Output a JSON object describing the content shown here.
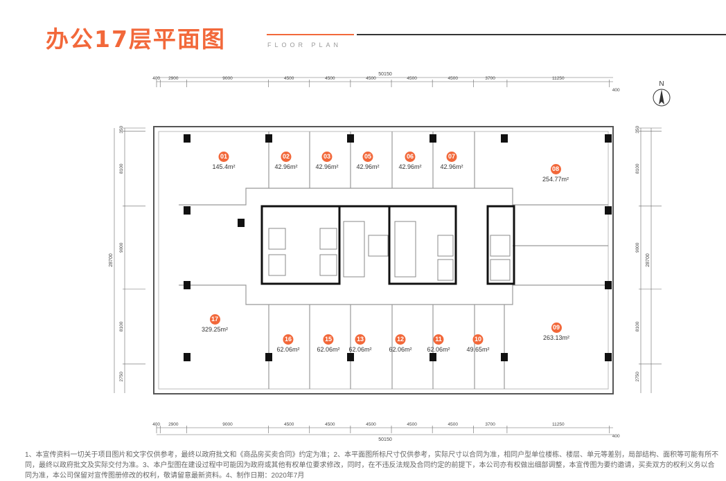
{
  "header": {
    "title": "办公17层平面图",
    "subtitle": "FLOOR PLAN"
  },
  "north": {
    "label": "N"
  },
  "dimensions": {
    "total_width": "50150",
    "columns": [
      400,
      2900,
      9000,
      4500,
      4500,
      4500,
      4500,
      4500,
      3700,
      11250
    ],
    "right_offset": "400",
    "total_height": "28700",
    "rows": [
      350,
      8100,
      9000,
      8100,
      2750
    ]
  },
  "units": [
    {
      "no": "01",
      "area": "145.4m²"
    },
    {
      "no": "02",
      "area": "42.96m²"
    },
    {
      "no": "03",
      "area": "42.96m²"
    },
    {
      "no": "05",
      "area": "42.96m²"
    },
    {
      "no": "06",
      "area": "42.96m²"
    },
    {
      "no": "07",
      "area": "42.96m²"
    },
    {
      "no": "08",
      "area": "254.77m²"
    },
    {
      "no": "17",
      "area": "329.25m²"
    },
    {
      "no": "16",
      "area": "62.06m²"
    },
    {
      "no": "15",
      "area": "62.06m²"
    },
    {
      "no": "13",
      "area": "62.06m²"
    },
    {
      "no": "12",
      "area": "62.06m²"
    },
    {
      "no": "11",
      "area": "62.06m²"
    },
    {
      "no": "10",
      "area": "49.65m²"
    },
    {
      "no": "09",
      "area": "263.13m²"
    }
  ],
  "notes": "1、本宣传资料一切关于项目图片和文字仅供参考，最终以政府批文和《商品房买卖合同》约定为准；2、本平面图所标尺寸仅供参考，实际尺寸以合同为准，相同户型单位楼栋、楼层、单元等差别，局部结构、面积等可能有所不同，最终以政府批文及实际交付为准。3、本户型图在建设过程中可能因为政府或其他有权单位要求修改，同时，在不违反法规及合同约定的前提下，本公司亦有权做出细部调整，本宣传图为要约邀请，买卖双方的权利义务以合同为准，本公司保留对宣传图册修改的权利，敬请留意最新资料。4、制作日期：2020年7月"
}
